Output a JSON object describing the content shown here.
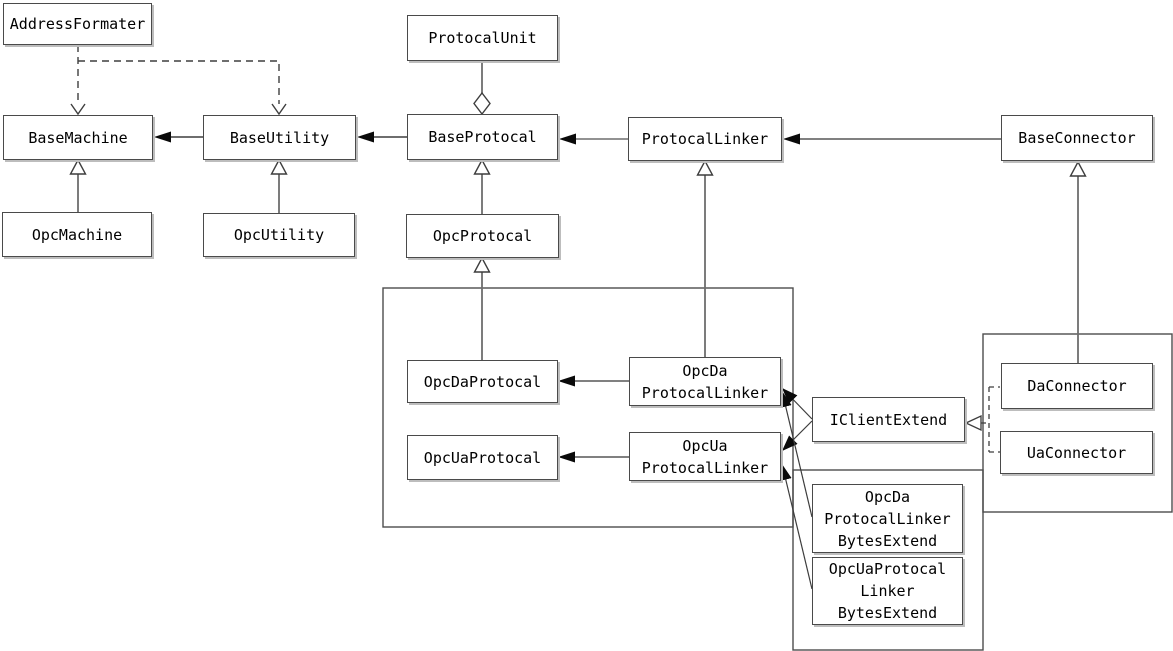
{
  "diagram": {
    "type": "uml-class-diagram",
    "background": "#ffffff",
    "line_color": "#6e6e6e",
    "border_color": "#4a4a4a",
    "nodes": {
      "addressFormater": {
        "label": "AddressFormater"
      },
      "protocalUnit": {
        "label": "ProtocalUnit"
      },
      "baseMachine": {
        "label": "BaseMachine"
      },
      "baseUtility": {
        "label": "BaseUtility"
      },
      "baseProtocal": {
        "label": "BaseProtocal"
      },
      "protocalLinker": {
        "label": "ProtocalLinker"
      },
      "baseConnector": {
        "label": "BaseConnector"
      },
      "opcMachine": {
        "label": "OpcMachine"
      },
      "opcUtility": {
        "label": "OpcUtility"
      },
      "opcProtocal": {
        "label": "OpcProtocal"
      },
      "opcDaProtocal": {
        "label": "OpcDaProtocal"
      },
      "opcDaProtocalLinker": {
        "label": "OpcDa\nProtocalLinker"
      },
      "opcUaProtocal": {
        "label": "OpcUaProtocal"
      },
      "opcUaProtocalLinker": {
        "label": "OpcUa\nProtocalLinker"
      },
      "iClientExtend": {
        "label": "IClientExtend"
      },
      "daConnector": {
        "label": "DaConnector"
      },
      "uaConnector": {
        "label": "UaConnector"
      },
      "opcDaProtocalLinkerBytesExtend": {
        "label": "OpcDa\nProtocalLinker\nBytesExtend"
      },
      "opcUaProtocalLinkerBytesExtend": {
        "label": "OpcUaProtocal\nLinker\nBytesExtend"
      }
    },
    "relationships": [
      {
        "from": "AddressFormater",
        "to": "BaseMachine",
        "type": "dependency-dashed"
      },
      {
        "from": "AddressFormater",
        "to": "BaseUtility",
        "type": "dependency-dashed"
      },
      {
        "from": "BaseUtility",
        "to": "BaseMachine",
        "type": "association-filled-arrow"
      },
      {
        "from": "BaseProtocal",
        "to": "BaseUtility",
        "type": "association-filled-arrow"
      },
      {
        "from": "ProtocalLinker",
        "to": "BaseProtocal",
        "type": "association-filled-arrow"
      },
      {
        "from": "BaseConnector",
        "to": "ProtocalLinker",
        "type": "association-filled-arrow"
      },
      {
        "from": "ProtocalUnit",
        "to": "BaseProtocal",
        "type": "aggregation-open-diamond"
      },
      {
        "from": "OpcMachine",
        "to": "BaseMachine",
        "type": "inheritance-open-triangle"
      },
      {
        "from": "OpcUtility",
        "to": "BaseUtility",
        "type": "inheritance-open-triangle"
      },
      {
        "from": "OpcProtocal",
        "to": "BaseProtocal",
        "type": "inheritance-open-triangle"
      },
      {
        "from": "OpcDaProtocal",
        "to": "OpcProtocal",
        "type": "inheritance-open-triangle"
      },
      {
        "from": "OpcDaProtocalLinker",
        "to": "ProtocalLinker",
        "type": "inheritance-open-triangle"
      },
      {
        "from": "OpcDaProtocalLinker",
        "to": "OpcDaProtocal",
        "type": "association-filled-arrow"
      },
      {
        "from": "OpcUaProtocalLinker",
        "to": "OpcUaProtocal",
        "type": "association-filled-arrow"
      },
      {
        "from": "IClientExtend",
        "to": "OpcDaProtocalLinker",
        "type": "association-filled-arrow"
      },
      {
        "from": "IClientExtend",
        "to": "OpcUaProtocalLinker",
        "type": "association-filled-arrow"
      },
      {
        "from": "OpcDaProtocalLinkerBytesExtend",
        "to": "OpcDaProtocalLinker",
        "type": "association-filled-arrow"
      },
      {
        "from": "OpcUaProtocalLinkerBytesExtend",
        "to": "OpcUaProtocalLinker",
        "type": "association-filled-arrow"
      },
      {
        "from": "DaConnector",
        "to": "IClientExtend",
        "type": "realization-dashed-open-triangle"
      },
      {
        "from": "UaConnector",
        "to": "IClientExtend",
        "type": "realization-dashed-open-triangle"
      },
      {
        "from": "DaConnector",
        "to": "BaseConnector",
        "type": "inheritance-open-triangle"
      }
    ]
  }
}
